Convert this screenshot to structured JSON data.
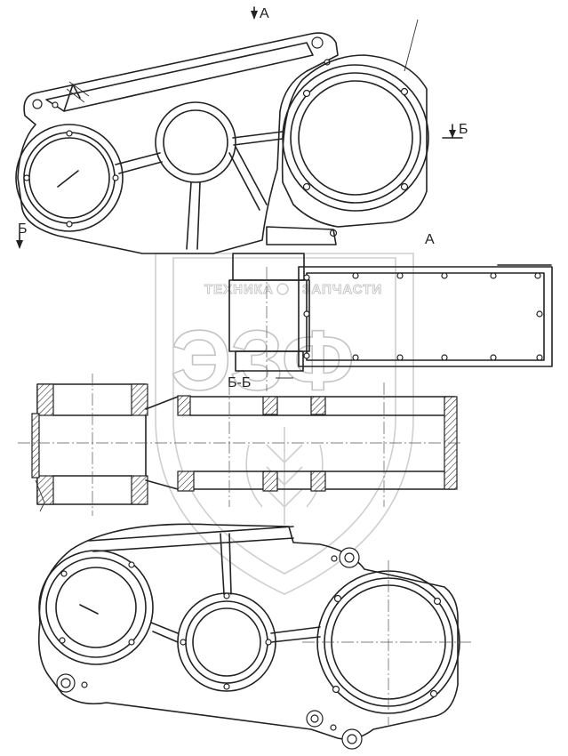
{
  "labels": {
    "view_arrow_a": "A",
    "section_mark_right": "Б",
    "section_mark_left": "Б",
    "view_a_title": "A",
    "section_title": "Б-Б"
  },
  "watermark": {
    "top_text": "ТЕХНИКА",
    "top_text_right": "ЗАПЧАСТИ",
    "logo_letters": "ЭЗФ"
  },
  "colors": {
    "line": "#222222",
    "watermark": "#c4c4c4",
    "background": "#ffffff"
  }
}
